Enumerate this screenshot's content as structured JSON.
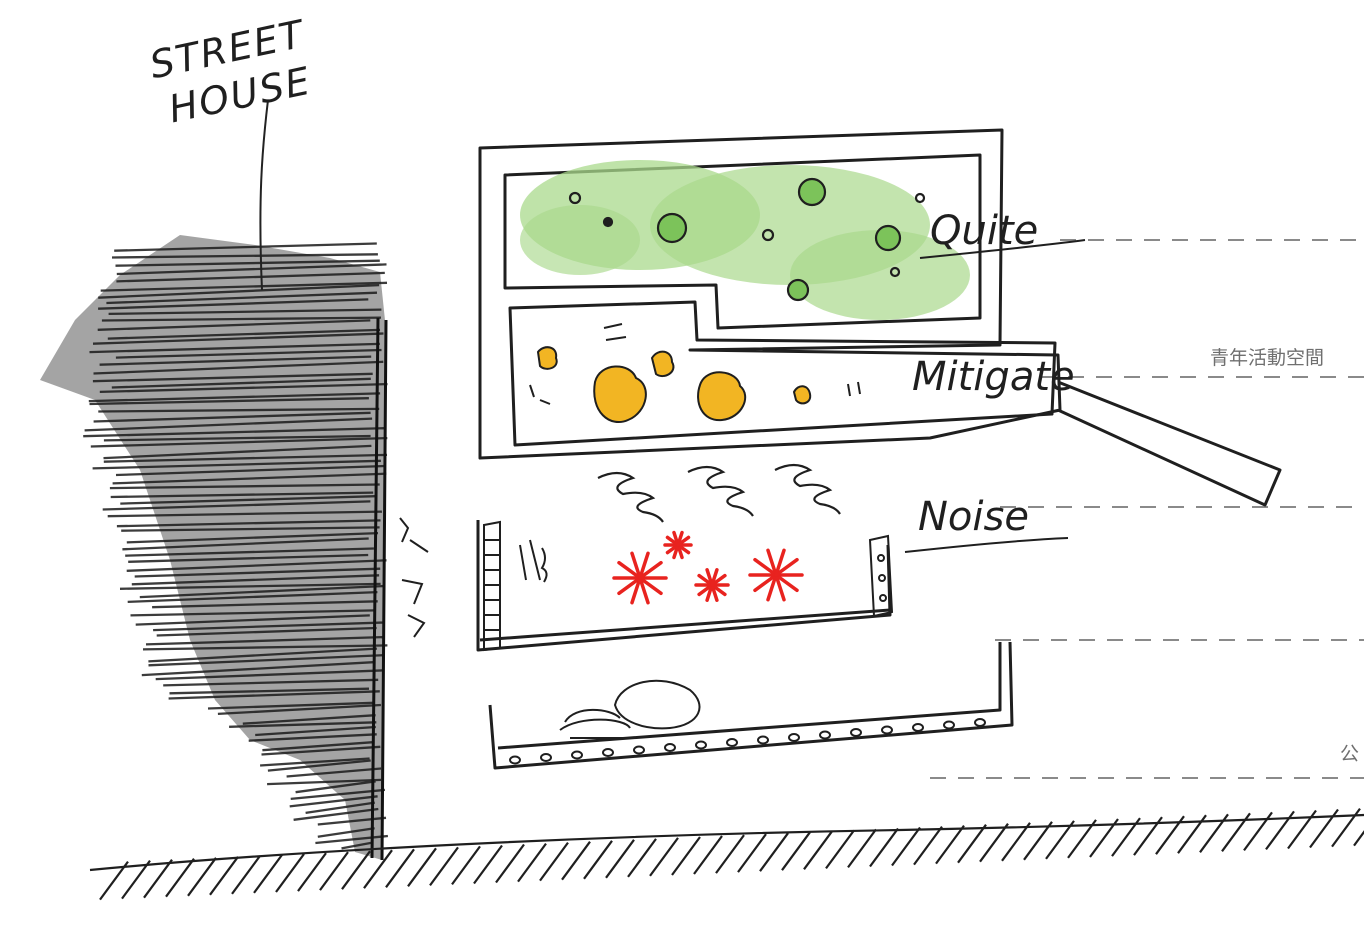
{
  "labels": {
    "street_house_line1": "STREET",
    "street_house_line2": "HOUSE",
    "quite": "Quite",
    "mitigate": "Mitigate",
    "noise": "Noise"
  },
  "annotations": {
    "youth_space": "青年活動空間",
    "public_partial": "公"
  },
  "colors": {
    "ink": "#1f1f1f",
    "garden_green": "#a9d98c",
    "tree_green": "#7cc35a",
    "bush_yellow": "#f2b523",
    "noise_red": "#e8231f",
    "dash_gray": "#8a8a8a"
  }
}
